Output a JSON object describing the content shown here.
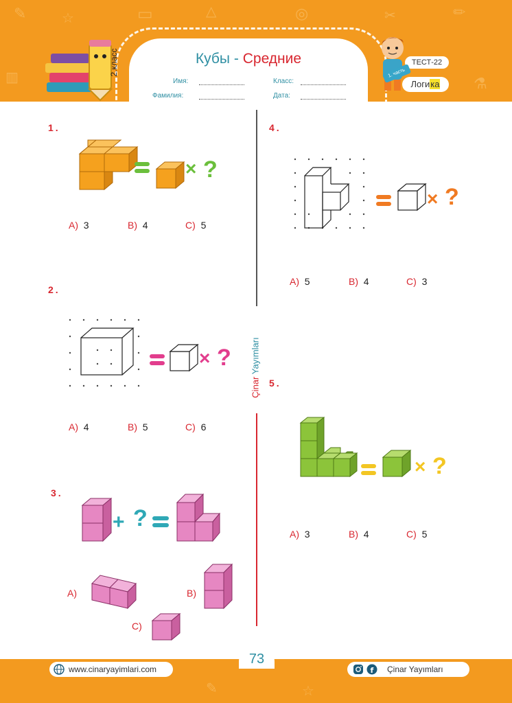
{
  "header": {
    "title": "Кубы",
    "separator": "-",
    "level": "Средние",
    "fields": {
      "name_label": "Имя:",
      "class_label": "Класс:",
      "surname_label": "Фамилия:",
      "date_label": "Дата:"
    },
    "grade_badge": "2.класс",
    "test_label": "ТЕСТ-22",
    "part_label": "1. часть",
    "subject_prefix": "Логи",
    "subject_highlight": "ка"
  },
  "questions": [
    {
      "number": "1.",
      "options": [
        {
          "key": "A)",
          "value": "3"
        },
        {
          "key": "B)",
          "value": "4"
        },
        {
          "key": "C)",
          "value": "5"
        }
      ]
    },
    {
      "number": "2.",
      "options": [
        {
          "key": "A)",
          "value": "4"
        },
        {
          "key": "B)",
          "value": "5"
        },
        {
          "key": "C)",
          "value": "6"
        }
      ]
    },
    {
      "number": "3.",
      "options": [
        {
          "key": "A)"
        },
        {
          "key": "B)"
        },
        {
          "key": "C)"
        }
      ]
    },
    {
      "number": "4.",
      "options": [
        {
          "key": "A)",
          "value": "5"
        },
        {
          "key": "B)",
          "value": "4"
        },
        {
          "key": "C)",
          "value": "3"
        }
      ]
    },
    {
      "number": "5.",
      "options": [
        {
          "key": "A)",
          "value": "3"
        },
        {
          "key": "B)",
          "value": "4"
        },
        {
          "key": "C)",
          "value": "5"
        }
      ]
    }
  ],
  "symbols": {
    "equals": "=",
    "times": "×",
    "plus": "+",
    "question": "?"
  },
  "vertical_brand": {
    "part1": "Çinar",
    "part2": "Yayımları"
  },
  "footer": {
    "page_number": "73",
    "website": "www.cinaryayimlari.com",
    "social": "Çinar Yayımları"
  },
  "colors": {
    "orange": "#f39a1f",
    "teal": "#2f8fa3",
    "red": "#d8262f",
    "cube_orange": "#f7a11a",
    "cube_pink": "#e687c2",
    "cube_green": "#8cc43a",
    "symbol_green": "#6bbf3c",
    "symbol_pink": "#e23d8d",
    "symbol_orange": "#f07a22",
    "symbol_yellow": "#f3c623",
    "symbol_teal": "#2fa8b6"
  }
}
